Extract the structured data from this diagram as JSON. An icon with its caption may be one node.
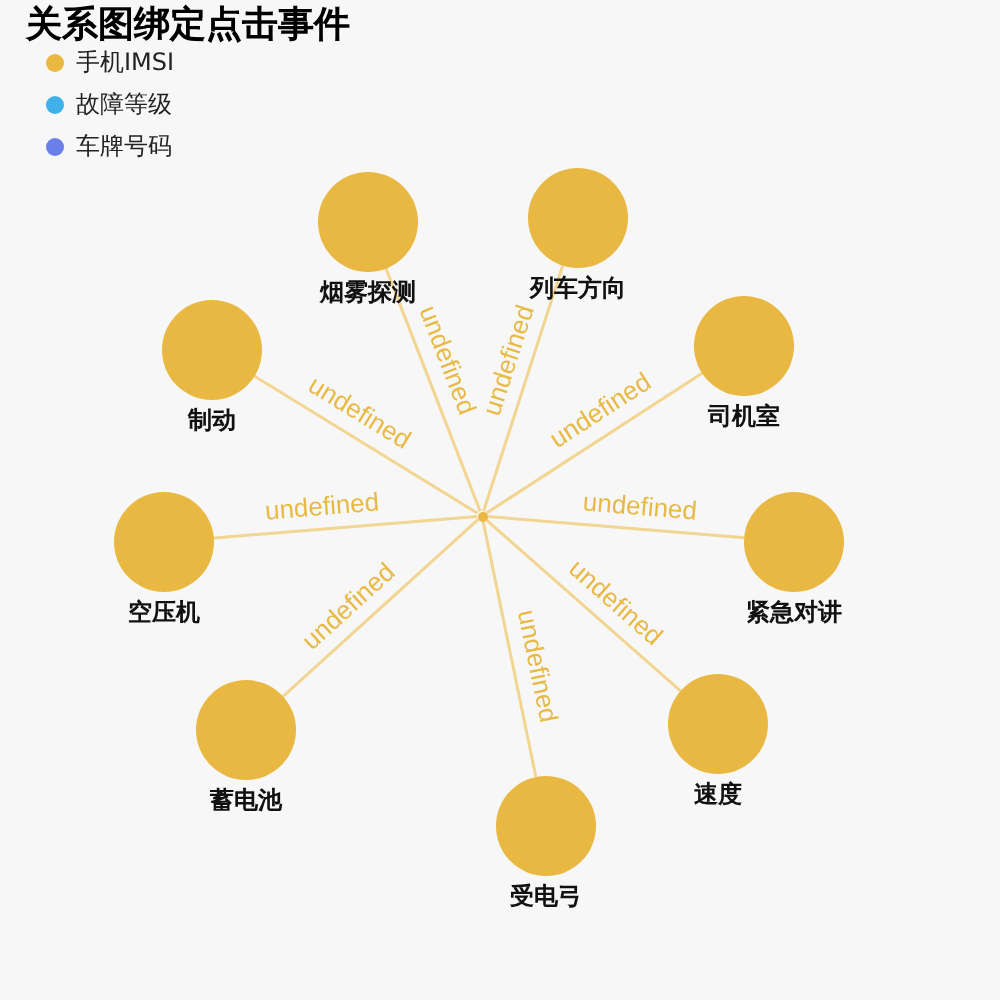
{
  "diagram": {
    "title": "关系图绑定点击事件",
    "nodes": [
      {
        "text": [
          "烟雾探测"
        ]
      },
      {
        "text": [
          "列车方向"
        ]
      },
      {
        "text": [
          "制动"
        ]
      },
      {
        "text": [
          "司机室"
        ]
      },
      {
        "text": [],
        "shape": "circle"
      },
      {
        "text": [
          "空压机"
        ]
      },
      {
        "text": [
          "紧急对讲"
        ]
      },
      {
        "text": [
          "蓄电池"
        ]
      },
      {
        "text": [
          "速度"
        ]
      },
      {
        "text": [
          "受电弓"
        ]
      }
    ],
    "edges": [
      {
        "from": 4,
        "to": 0,
        "arrow": "none",
        "label": "undefined"
      },
      {
        "from": 4,
        "to": 1,
        "arrow": "none",
        "label": "undefined"
      },
      {
        "from": 4,
        "to": 2,
        "arrow": "none",
        "label": "undefined"
      },
      {
        "from": 4,
        "to": 3,
        "arrow": "none",
        "label": "undefined"
      },
      {
        "from": 4,
        "to": 5,
        "arrow": "none",
        "label": "undefined"
      },
      {
        "from": 4,
        "to": 6,
        "arrow": "none",
        "label": "undefined"
      },
      {
        "from": 4,
        "to": 7,
        "arrow": "none",
        "label": "undefined"
      },
      {
        "from": 4,
        "to": 8,
        "arrow": "none",
        "label": "undefined"
      },
      {
        "from": 4,
        "to": 9,
        "arrow": "none",
        "label": "undefined"
      }
    ],
    "legend": [
      {
        "text": "手机IMSI",
        "color": "#e8b842"
      },
      {
        "text": "故障等级",
        "color": "#3fb1e8"
      },
      {
        "text": "车牌号码",
        "color": "#6b7fe8"
      }
    ]
  }
}
